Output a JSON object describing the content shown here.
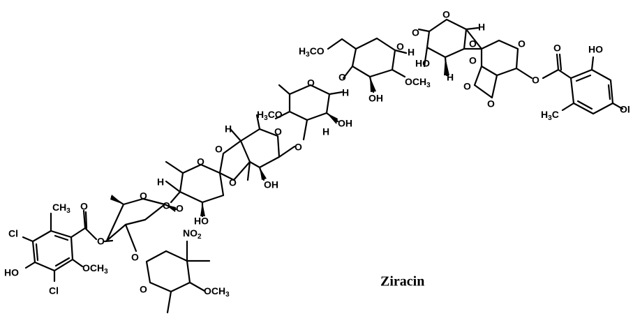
{
  "title": "Ziracin",
  "atoms": {
    "o": "O",
    "h": "H",
    "ho": "HO",
    "oh": "OH",
    "cl": "Cl",
    "h3c": "H",
    "h3c_3": "3",
    "h3c_c": "C",
    "ch3": "CH",
    "ch3_3": "3",
    "och3": "OCH",
    "och3_3": "3",
    "h3co": "H",
    "h3co_3": "3",
    "h3co_co": "CO",
    "no2": "NO",
    "no2_2": "2",
    "oi": "OI"
  },
  "colors": {
    "ink": "#000000",
    "background": "#ffffff"
  }
}
